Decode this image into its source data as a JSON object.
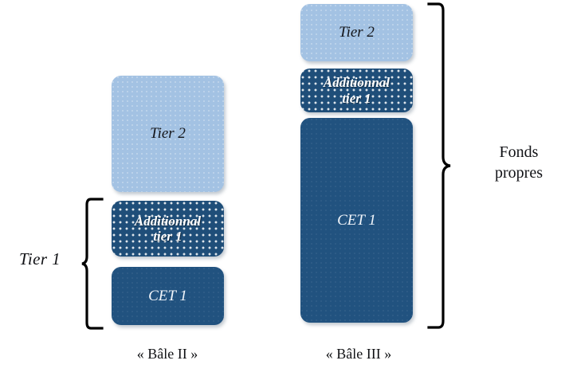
{
  "diagram": {
    "title_hidden": "",
    "background_color": "#ffffff",
    "colors": {
      "tier2_fill": "#a3c2e3",
      "cet1_fill": "#21527f",
      "additional_tier1_fill": "#1f4e79",
      "text_dark": "#15161a",
      "text_light": "#ffffff",
      "brace_color": "#000000"
    }
  },
  "columns": [
    {
      "id": "basel2",
      "caption": "« Bâle II »",
      "blocks": [
        {
          "id": "basel2-tier2",
          "label": "Tier 2",
          "style": "tier2"
        },
        {
          "id": "basel2-additional-tier1",
          "label": "Additionnal\ntier 1",
          "style": "addtier1"
        },
        {
          "id": "basel2-cet1",
          "label": "CET 1",
          "style": "cet1"
        }
      ]
    },
    {
      "id": "basel3",
      "caption": "« Bâle III »",
      "blocks": [
        {
          "id": "basel3-tier2",
          "label": "Tier 2",
          "style": "tier2"
        },
        {
          "id": "basel3-additional-tier1",
          "label": "Additionnal\ntier 1",
          "style": "addtier1"
        },
        {
          "id": "basel3-cet1",
          "label": "CET 1",
          "style": "cet1"
        }
      ]
    }
  ],
  "annotations": {
    "tier1_bracket_label": "Tier 1",
    "fonds_propres_bracket_label": "Fonds\npropres"
  }
}
